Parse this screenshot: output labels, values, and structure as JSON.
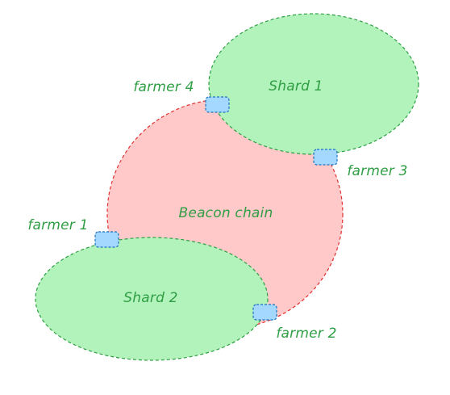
{
  "colors": {
    "beacon_fill": "#ffc9c9",
    "beacon_stroke": "#e03131",
    "shard_fill": "#b2f2bb",
    "shard_stroke": "#2f9e44",
    "farmer_fill": "#a5d8ff",
    "farmer_stroke": "#1971c2",
    "text": "#2f9e44"
  },
  "nodes": {
    "beacon": {
      "label": "Beacon chain"
    },
    "shard1": {
      "label": "Shard 1"
    },
    "shard2": {
      "label": "Shard 2"
    }
  },
  "farmers": [
    {
      "label": "farmer 1"
    },
    {
      "label": "farmer 2"
    },
    {
      "label": "farmer 3"
    },
    {
      "label": "farmer 4"
    }
  ]
}
